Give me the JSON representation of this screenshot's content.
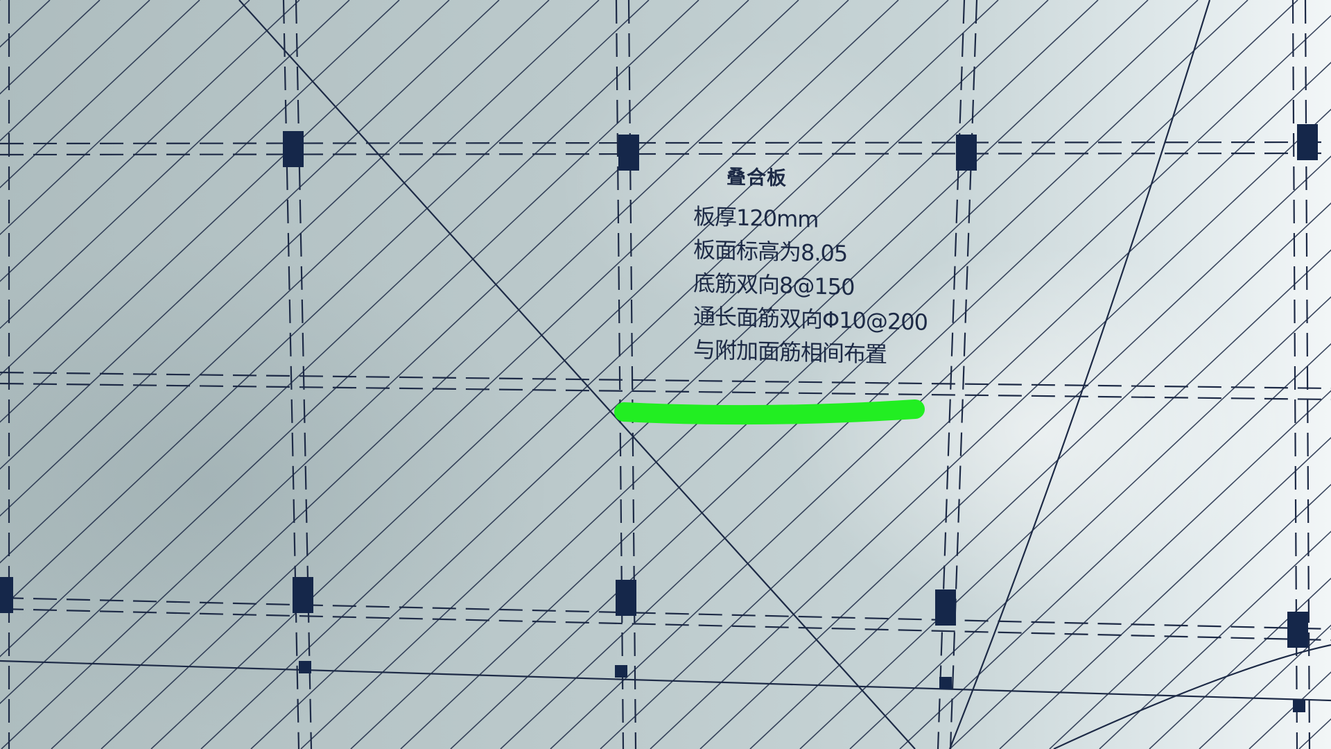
{
  "note": {
    "title": "叠合板",
    "lines": [
      "板厚120mm",
      "板面标高为8.05",
      "底筋双向8@150",
      "通长面筋双向Φ10@200",
      "与附加面筋相间布置"
    ]
  },
  "colors": {
    "ink": "#1d2a46",
    "column": "#15274a",
    "highlight": "#22ee22",
    "paper": "#bccacc"
  }
}
